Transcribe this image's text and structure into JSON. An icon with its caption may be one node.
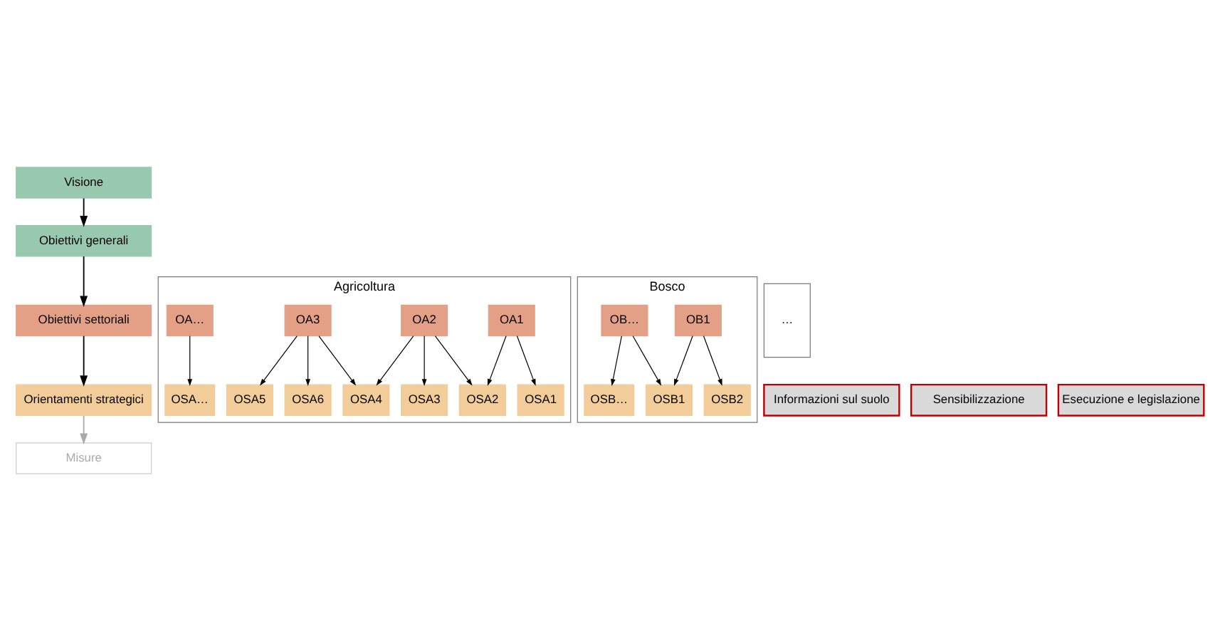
{
  "diagram": {
    "nodes": [
      {
        "text": [
          "Visione"
        ]
      },
      {
        "text": [
          "Obiettivi generali"
        ]
      },
      {
        "text": [
          "Obiettivi settoriali"
        ]
      },
      {
        "text": [
          "Orientamenti strategici"
        ]
      },
      {
        "text": [
          "Misure"
        ]
      },
      {
        "text": [
          "Agricoltura"
        ]
      },
      {
        "text": [
          "OA1"
        ],
        "in": 5
      },
      {
        "text": [
          "OA2"
        ],
        "in": 5
      },
      {
        "text": [
          "OA3"
        ],
        "in": 5
      },
      {
        "text": [
          "OA…"
        ],
        "in": 5
      },
      {
        "text": [
          "Bosco"
        ]
      },
      {
        "text": [
          "OB1"
        ],
        "in": 10
      },
      {
        "text": [
          "OB…"
        ],
        "in": 10
      },
      {
        "text": [
          "…"
        ]
      },
      {
        "text": [
          "Informazioni sul suolo"
        ]
      },
      {
        "text": [
          "OSA1"
        ],
        "in": 5
      },
      {
        "text": [
          "OSA4"
        ],
        "in": 5
      },
      {
        "text": [
          "OSA…"
        ],
        "in": 5
      },
      {
        "text": [
          "OSB1"
        ],
        "in": 10
      },
      {
        "text": [
          "Sensibilizzazione"
        ]
      },
      {
        "text": [
          "OSA2"
        ],
        "in": 5
      },
      {
        "text": [
          "OSA5"
        ],
        "in": 5
      },
      {
        "text": [
          "OSB2"
        ],
        "in": 10
      },
      {
        "text": [
          "Esecuzione e legislazione"
        ]
      },
      {
        "text": [
          "OSA3"
        ],
        "in": 5
      },
      {
        "text": [
          "OSA6"
        ],
        "in": 5
      },
      {
        "text": [
          "OSB…"
        ],
        "in": 10
      }
    ],
    "edges": [
      {
        "from": 0,
        "to": 1,
        "arrow": "to"
      },
      {
        "from": 1,
        "to": 2,
        "arrow": "to"
      },
      {
        "from": 2,
        "to": 3,
        "arrow": "to"
      },
      {
        "from": 3,
        "to": 4,
        "arrow": "to",
        "color": "#aaaaaa"
      },
      {
        "from": 6,
        "to": 15,
        "arrow": "to"
      },
      {
        "from": 6,
        "to": 20,
        "arrow": "to"
      },
      {
        "from": 7,
        "to": 20,
        "arrow": "to"
      },
      {
        "from": 7,
        "to": 24,
        "arrow": "to"
      },
      {
        "from": 7,
        "to": 16,
        "arrow": "to"
      },
      {
        "from": 8,
        "to": 16,
        "arrow": "to"
      },
      {
        "from": 8,
        "to": 21,
        "arrow": "to"
      },
      {
        "from": 8,
        "to": 25,
        "arrow": "to"
      },
      {
        "from": 9,
        "to": 17,
        "arrow": "to"
      },
      {
        "from": 11,
        "to": 18,
        "arrow": "to"
      },
      {
        "from": 11,
        "to": 22,
        "arrow": "to"
      },
      {
        "from": 12,
        "to": 18,
        "arrow": "to"
      },
      {
        "from": 12,
        "to": 26,
        "arrow": "to"
      }
    ]
  }
}
